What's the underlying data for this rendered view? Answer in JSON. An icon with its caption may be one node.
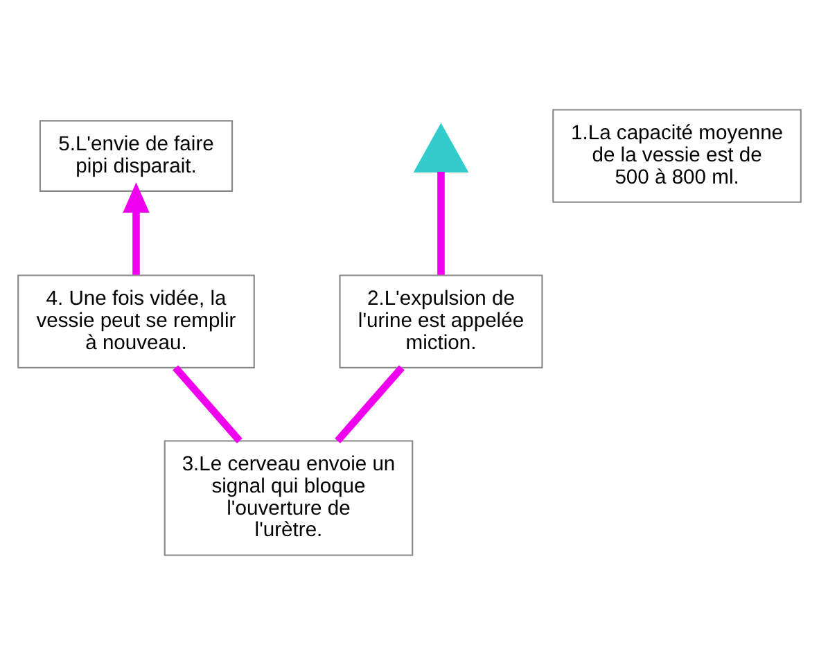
{
  "diagram": {
    "nodes": [
      {
        "text": [
          "5.L'envie de faire pipi disparait."
        ]
      },
      {
        "text": [
          "1.La capacité moyenne de la vessie est de 500 à 800 ml."
        ]
      },
      {
        "text": [],
        "shape": "seesaw"
      },
      {
        "text": [
          "4. Une fois vidée, la vessie peut se remplir à nouveau."
        ]
      },
      {
        "text": [
          "2.L'expulsion de l'urine est appelée miction."
        ]
      },
      {
        "text": [
          "3.Le cerveau envoie un signal qui bloque l'ouverture de l'urètre."
        ]
      }
    ],
    "edges": [
      {
        "from": 2,
        "to": 4,
        "arrow": "none"
      },
      {
        "from": 4,
        "to": 5,
        "arrow": "none"
      },
      {
        "from": 5,
        "to": 3,
        "arrow": "none"
      },
      {
        "from": 3,
        "to": 0,
        "arrow": "to"
      }
    ]
  }
}
